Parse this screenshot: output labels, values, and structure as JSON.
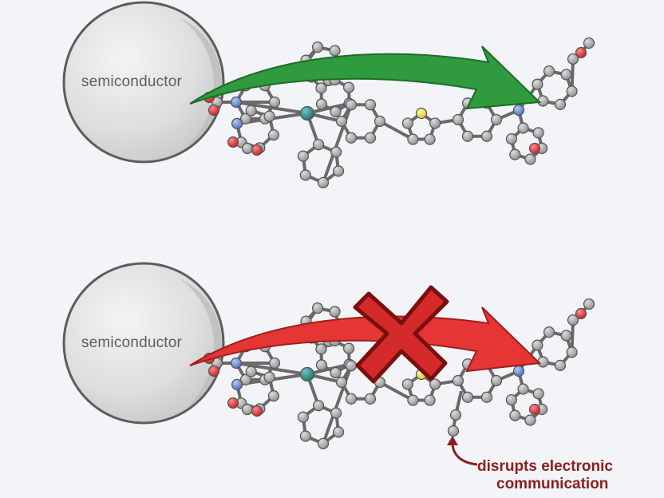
{
  "panels": [
    {
      "semiconductor_label": "semiconductor",
      "transfer": "allowed",
      "arrow_color": "#2f9a3e"
    },
    {
      "semiconductor_label": "semiconductor",
      "transfer": "blocked",
      "arrow_color": "#e53535"
    }
  ],
  "annotation": {
    "line1": "disrupts electronic",
    "line2": "communication",
    "color": "#8b1e1e"
  },
  "atom_colors": {
    "carbon": "#a8a8a8",
    "oxygen": "#e03a3a",
    "nitrogen": "#6b8fd6",
    "sulfur": "#f2e34a",
    "metal": "#2f8f8f"
  }
}
